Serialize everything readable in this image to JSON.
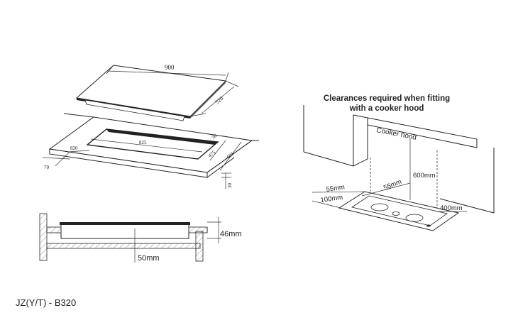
{
  "top_view": {
    "width_label": "900",
    "depth_label": "520"
  },
  "cutout_view": {
    "cutout_width": "825",
    "outer_width": "820",
    "left_edge": "70",
    "right_edge": "50",
    "cutout_depth": "475",
    "outer_depth": "605",
    "thickness": "30"
  },
  "section_view": {
    "hob_height": "46mm",
    "clearance_below": "50mm"
  },
  "hood_view": {
    "title_line1": "Clearances required when fitting",
    "title_line2": "with a cooker hood",
    "hood_label": "Cooker hood",
    "height_clearance": "600mm",
    "side_a": "55mm",
    "side_b": "55mm",
    "rear": "100mm",
    "front": "400mm"
  },
  "model_code": "JZ(Y/T) - B320"
}
